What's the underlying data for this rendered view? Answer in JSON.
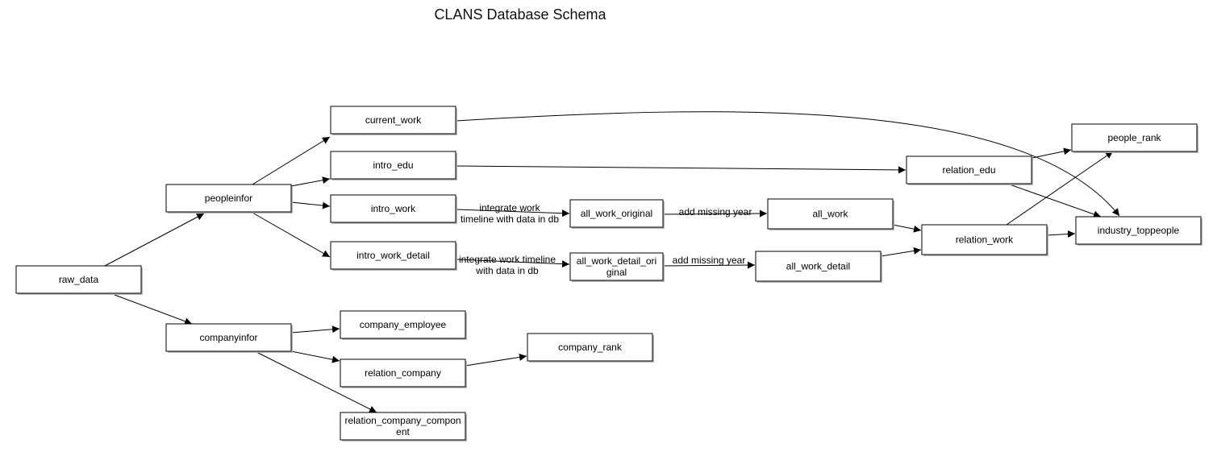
{
  "title": "CLANS Database Schema",
  "nodes": [
    {
      "id": "raw_data",
      "lines": [
        "raw_data"
      ]
    },
    {
      "id": "peopleinfor",
      "lines": [
        "peopleinfor"
      ]
    },
    {
      "id": "companyinfor",
      "lines": [
        "companyinfor"
      ]
    },
    {
      "id": "current_work",
      "lines": [
        "current_work"
      ]
    },
    {
      "id": "intro_edu",
      "lines": [
        "intro_edu"
      ]
    },
    {
      "id": "intro_work",
      "lines": [
        "intro_work"
      ]
    },
    {
      "id": "intro_work_detail",
      "lines": [
        "intro_work_detail"
      ]
    },
    {
      "id": "company_employee",
      "lines": [
        "company_employee"
      ]
    },
    {
      "id": "relation_company",
      "lines": [
        "relation_company"
      ]
    },
    {
      "id": "relation_company_component",
      "lines": [
        "relation_company_compon",
        "ent"
      ]
    },
    {
      "id": "company_rank",
      "lines": [
        "company_rank"
      ]
    },
    {
      "id": "all_work_original",
      "lines": [
        "all_work_original"
      ]
    },
    {
      "id": "all_work_detail_original",
      "lines": [
        "all_work_detail_ori",
        "ginal"
      ]
    },
    {
      "id": "all_work",
      "lines": [
        "all_work"
      ]
    },
    {
      "id": "all_work_detail",
      "lines": [
        "all_work_detail"
      ]
    },
    {
      "id": "relation_edu",
      "lines": [
        "relation_edu"
      ]
    },
    {
      "id": "relation_work",
      "lines": [
        "relation_work"
      ]
    },
    {
      "id": "people_rank",
      "lines": [
        "people_rank"
      ]
    },
    {
      "id": "industry_toppeople",
      "lines": [
        "industry_toppeople"
      ]
    }
  ],
  "edges": [
    {
      "from": "raw_data",
      "to": "peopleinfor",
      "label": []
    },
    {
      "from": "raw_data",
      "to": "companyinfor",
      "label": []
    },
    {
      "from": "peopleinfor",
      "to": "current_work",
      "label": []
    },
    {
      "from": "peopleinfor",
      "to": "intro_edu",
      "label": []
    },
    {
      "from": "peopleinfor",
      "to": "intro_work",
      "label": []
    },
    {
      "from": "peopleinfor",
      "to": "intro_work_detail",
      "label": []
    },
    {
      "from": "companyinfor",
      "to": "company_employee",
      "label": []
    },
    {
      "from": "companyinfor",
      "to": "relation_company",
      "label": []
    },
    {
      "from": "companyinfor",
      "to": "relation_company_component",
      "label": []
    },
    {
      "from": "relation_company",
      "to": "company_rank",
      "label": []
    },
    {
      "from": "intro_work",
      "to": "all_work_original",
      "label": [
        "integrate work",
        "timeline with data in db"
      ]
    },
    {
      "from": "intro_work_detail",
      "to": "all_work_detail_original",
      "label": [
        "integrate work timeline",
        "with data in db"
      ]
    },
    {
      "from": "all_work_original",
      "to": "all_work",
      "label": [
        "add missing year"
      ]
    },
    {
      "from": "all_work_detail_original",
      "to": "all_work_detail",
      "label": [
        "add missing year"
      ]
    },
    {
      "from": "intro_edu",
      "to": "relation_edu",
      "label": []
    },
    {
      "from": "all_work",
      "to": "relation_work",
      "label": []
    },
    {
      "from": "all_work_detail",
      "to": "relation_work",
      "label": []
    },
    {
      "from": "relation_edu",
      "to": "people_rank",
      "label": []
    },
    {
      "from": "relation_edu",
      "to": "industry_toppeople",
      "label": []
    },
    {
      "from": "relation_work",
      "to": "people_rank",
      "label": []
    },
    {
      "from": "relation_work",
      "to": "industry_toppeople",
      "label": []
    },
    {
      "from": "current_work",
      "to": "industry_toppeople",
      "label": []
    }
  ]
}
